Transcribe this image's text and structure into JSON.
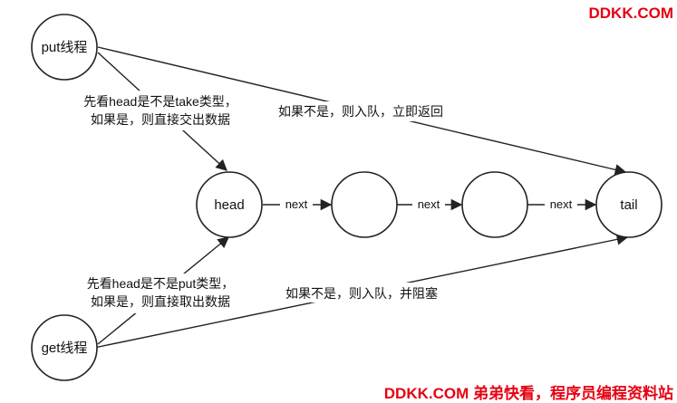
{
  "nodes": {
    "put": "put线程",
    "get": "get线程",
    "head": "head",
    "n1": "",
    "n2": "",
    "tail": "tail"
  },
  "edges": {
    "next1": "next",
    "next2": "next",
    "next3": "next"
  },
  "annotations": {
    "put_check_line1": "先看head是不是take类型，",
    "put_check_line2": "如果是，则直接交出数据",
    "put_enqueue": "如果不是，则入队，立即返回",
    "get_check_line1": "先看head是不是put类型，",
    "get_check_line2": "如果是，则直接取出数据",
    "get_enqueue": "如果不是，则入队，并阻塞"
  },
  "watermarks": {
    "top": "DDKK.COM",
    "bottom": "DDKK.COM 弟弟快看，程序员编程资料站"
  },
  "colors": {
    "line": "#222222",
    "watermark": "#e60012"
  }
}
